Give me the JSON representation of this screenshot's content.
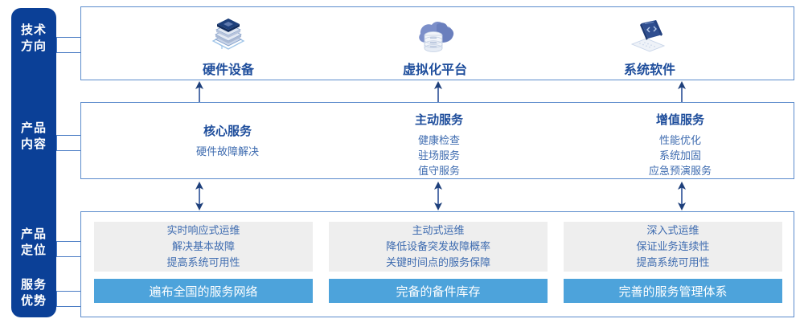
{
  "diagram": {
    "sidebar": {
      "color": "#0b4097",
      "items": [
        {
          "name": "tech-direction",
          "line1": "技术",
          "line2": "方向"
        },
        {
          "name": "product-content",
          "line1": "产品",
          "line2": "内容"
        },
        {
          "name": "product-positioning",
          "line1": "产品",
          "line2": "定位"
        },
        {
          "name": "service-advantage",
          "line1": "服务",
          "line2": "优势"
        }
      ]
    },
    "tech_row": {
      "columns": [
        {
          "icon": "server-stack-icon",
          "label": "硬件设备"
        },
        {
          "icon": "cloud-database-icon",
          "label": "虚拟化平台"
        },
        {
          "icon": "laptop-code-icon",
          "label": "系统软件"
        }
      ]
    },
    "content_row": {
      "columns": [
        {
          "title": "核心服务",
          "items": [
            "硬件故障解决"
          ]
        },
        {
          "title": "主动服务",
          "items": [
            "健康检查",
            "驻场服务",
            "值守服务"
          ]
        },
        {
          "title": "增值服务",
          "items": [
            "性能优化",
            "系统加固",
            "应急预演服务"
          ]
        }
      ]
    },
    "positioning_row": {
      "columns": [
        {
          "lines": [
            "实时响应式运维",
            "解决基本故障",
            "提高系统可用性"
          ],
          "advantage": "遍布全国的服务网络"
        },
        {
          "lines": [
            "主动式运维",
            "降低设备突发故障概率",
            "关键时间点的服务保障"
          ],
          "advantage": "完备的备件库存"
        },
        {
          "lines": [
            "深入式运维",
            "保证业务连续性",
            "提高系统可用性"
          ],
          "advantage": "完善的服务管理体系"
        }
      ]
    },
    "arrows": {
      "tech_to_content": {
        "name": "arrow-up",
        "direction": "up"
      },
      "content_to_positioning": {
        "name": "arrow-up-down",
        "direction": "both"
      }
    },
    "colors": {
      "sidebar": "#0b4097",
      "panel_border": "#5b8bcc",
      "title": "#1f4e9c",
      "body_text": "#3f6cb0",
      "card_bg": "#eeeeee",
      "advantage_bar": "#4da3db"
    }
  }
}
